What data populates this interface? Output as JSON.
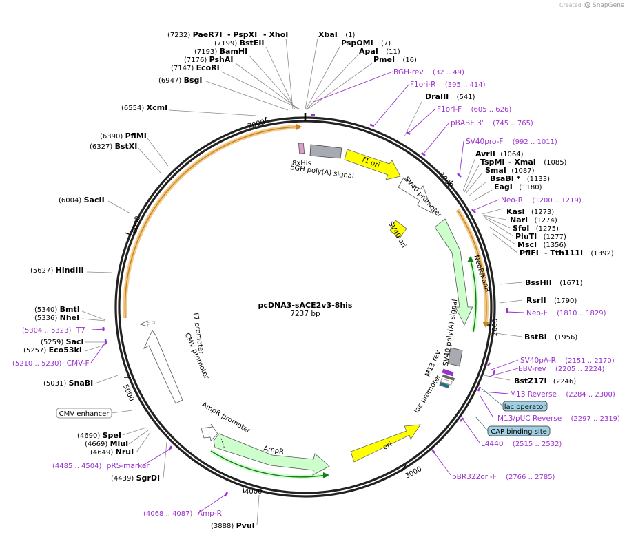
{
  "brand": {
    "created_by": "Created by",
    "name": "SnapGene"
  },
  "plasmid": {
    "name": "pcDNA3-sACE2v3-8his",
    "length_label": "7237 bp"
  },
  "ticks": [
    "1000",
    "2000",
    "3000",
    "4000",
    "5000",
    "6000",
    "7000"
  ],
  "enzyme_labels": [
    {
      "pos": "(7232)",
      "name": "PaeR7I"
    },
    {
      "pos": "",
      "name": "- PspXI"
    },
    {
      "pos": "",
      "name": "- XhoI"
    },
    {
      "pos": "(7199)",
      "name": "BstEII"
    },
    {
      "pos": "(7193)",
      "name": "BamHI"
    },
    {
      "pos": "(7176)",
      "name": "PshAI"
    },
    {
      "pos": "(7147)",
      "name": "EcoRI"
    },
    {
      "pos": "(6947)",
      "name": "BsgI"
    },
    {
      "pos": "(6554)",
      "name": "XcmI"
    },
    {
      "pos": "(6390)",
      "name": "PflMI"
    },
    {
      "pos": "(6327)",
      "name": "BstXI"
    },
    {
      "pos": "(6004)",
      "name": "SacII"
    },
    {
      "pos": "(5627)",
      "name": "HindIII"
    },
    {
      "pos": "(5340)",
      "name": "BmtI"
    },
    {
      "pos": "(5336)",
      "name": "NheI"
    },
    {
      "pos": "(5259)",
      "name": "SacI"
    },
    {
      "pos": "(5257)",
      "name": "Eco53kI"
    },
    {
      "pos": "(5031)",
      "name": "SnaBI"
    },
    {
      "pos": "(4690)",
      "name": "SpeI"
    },
    {
      "pos": "(4669)",
      "name": "MluI"
    },
    {
      "pos": "(4649)",
      "name": "NruI"
    },
    {
      "pos": "(4439)",
      "name": "SgrDI"
    },
    {
      "pos": "(3888)",
      "name": "PvuI"
    },
    {
      "pos": "(1)",
      "name": "XbaI"
    },
    {
      "pos": "(7)",
      "name": "PspOMI"
    },
    {
      "pos": "(11)",
      "name": "ApaI"
    },
    {
      "pos": "(16)",
      "name": "PmeI"
    },
    {
      "pos": "(541)",
      "name": "DraIII"
    },
    {
      "pos": "(1064)",
      "name": "AvrII"
    },
    {
      "pos": "(1085)",
      "name": "TspMI"
    },
    {
      "pos": "",
      "name": "- XmaI"
    },
    {
      "pos": "(1087)",
      "name": "SmaI"
    },
    {
      "pos": "(1133)",
      "name": "BsaBI *"
    },
    {
      "pos": "(1180)",
      "name": "EagI"
    },
    {
      "pos": "(1273)",
      "name": "KasI"
    },
    {
      "pos": "(1274)",
      "name": "NarI"
    },
    {
      "pos": "(1275)",
      "name": "SfoI"
    },
    {
      "pos": "(1277)",
      "name": "PluTI"
    },
    {
      "pos": "(1356)",
      "name": "MscI"
    },
    {
      "pos": "(1392)",
      "name": "PflFI"
    },
    {
      "pos": "",
      "name": "- Tth111I"
    },
    {
      "pos": "(1671)",
      "name": "BssHII"
    },
    {
      "pos": "(1790)",
      "name": "RsrII"
    },
    {
      "pos": "(1956)",
      "name": "BstBI"
    },
    {
      "pos": "(2246)",
      "name": "BstZ17I"
    }
  ],
  "primer_labels": [
    {
      "name": "BGH-rev",
      "range": "(32 .. 49)"
    },
    {
      "name": "F1ori-R",
      "range": "(395 .. 414)"
    },
    {
      "name": "F1ori-F",
      "range": "(605 .. 626)"
    },
    {
      "name": "pBABE 3'",
      "range": "(745 .. 765)"
    },
    {
      "name": "SV40pro-F",
      "range": "(992 .. 1011)"
    },
    {
      "name": "Neo-R",
      "range": "(1200 .. 1219)"
    },
    {
      "name": "Neo-F",
      "range": "(1810 .. 1829)"
    },
    {
      "name": "SV40pA-R",
      "range": "(2151 .. 2170)"
    },
    {
      "name": "EBV-rev",
      "range": "(2205 .. 2224)"
    },
    {
      "name": "M13 Reverse",
      "range": "(2284 .. 2300)"
    },
    {
      "name": "M13/pUC Reverse",
      "range": "(2297 .. 2319)"
    },
    {
      "name": "L4440",
      "range": "(2515 .. 2532)"
    },
    {
      "name": "pBR322ori-F",
      "range": "(2766 .. 2785)"
    },
    {
      "name": "Amp-R",
      "range": "(4068 .. 4087)"
    },
    {
      "name": "pRS-marker",
      "range": "(4485 .. 4504)"
    },
    {
      "name": "CMV-F",
      "range": "(5210 .. 5230)"
    },
    {
      "name": "T7",
      "range": "(5304 .. 5323)"
    }
  ],
  "feature_labels": {
    "his": "8xHis",
    "bgh": "bGH poly(A) signal",
    "f1ori": "f1 ori",
    "sv40promoter": "SV40 promoter",
    "sv40ori": "SV40 ori",
    "neor": "NeoR/KanR",
    "sv40pa": "SV40 poly(A) signal",
    "m13rev": "M13 rev",
    "lacpromoter": "lac promoter",
    "ori": "ori",
    "ampr": "AmpR",
    "amprpromoter": "AmpR promoter",
    "t7promoter": "T7 promoter",
    "cmvpromoter": "CMV promoter"
  },
  "box_labels": {
    "cmv_enhancer": "CMV enhancer",
    "lac_operator": "lac operator",
    "cap_site": "CAP binding site"
  },
  "colors": {
    "primer": "#9a32cd",
    "backbone": "#222222",
    "f1ori": "#ffff00",
    "promoter": "#ffffff",
    "neor": "#ccffcc",
    "polyA": "#a8aab2",
    "orf_highlight": "#f3c98b",
    "misc_box": "#9fcfe0"
  }
}
